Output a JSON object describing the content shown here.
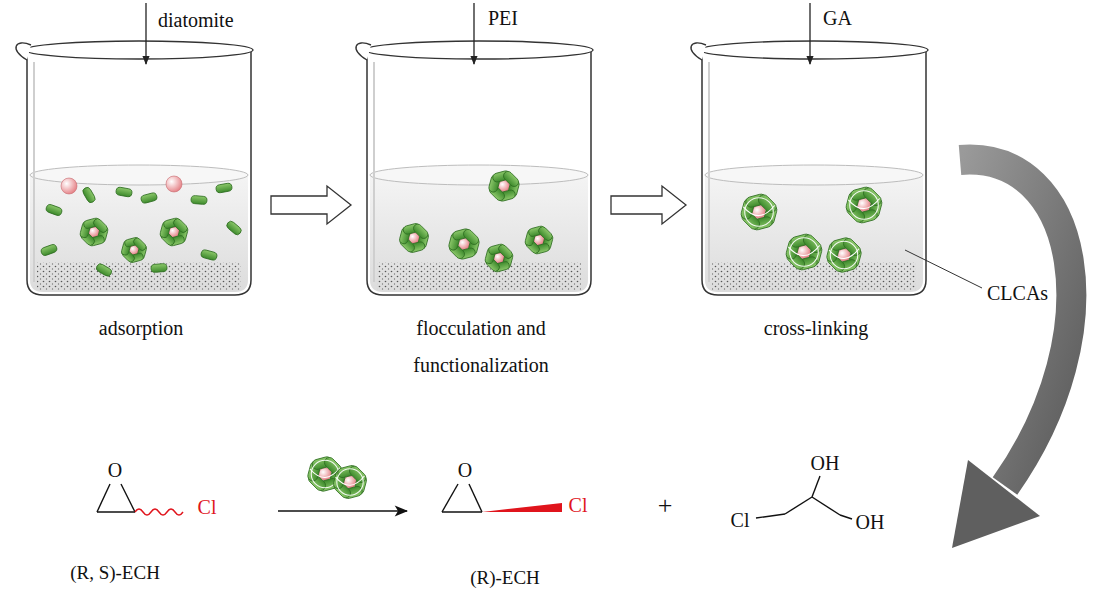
{
  "diagram": {
    "nodes": [
      {
        "text": [
          "adsorption"
        ]
      },
      {
        "text": [
          "flocculation and functionalization"
        ]
      },
      {
        "text": [
          "cross-linking"
        ]
      },
      {
        "text": [
          "O",
          "Cl",
          "(R, S)-ECH"
        ]
      },
      {
        "text": [
          "O",
          "Cl",
          "(R)-ECH"
        ]
      },
      {
        "text": [
          "OH",
          "Cl",
          "OH"
        ]
      }
    ],
    "edges": [
      {
        "from": 0,
        "to": 1,
        "arrow": "to"
      },
      {
        "from": 1,
        "to": 2,
        "arrow": "to"
      },
      {
        "from": 3,
        "to": 4,
        "arrow": "to"
      }
    ],
    "labels": [
      "diatomite",
      "PEI",
      "GA",
      "CLCAs",
      "+"
    ]
  }
}
